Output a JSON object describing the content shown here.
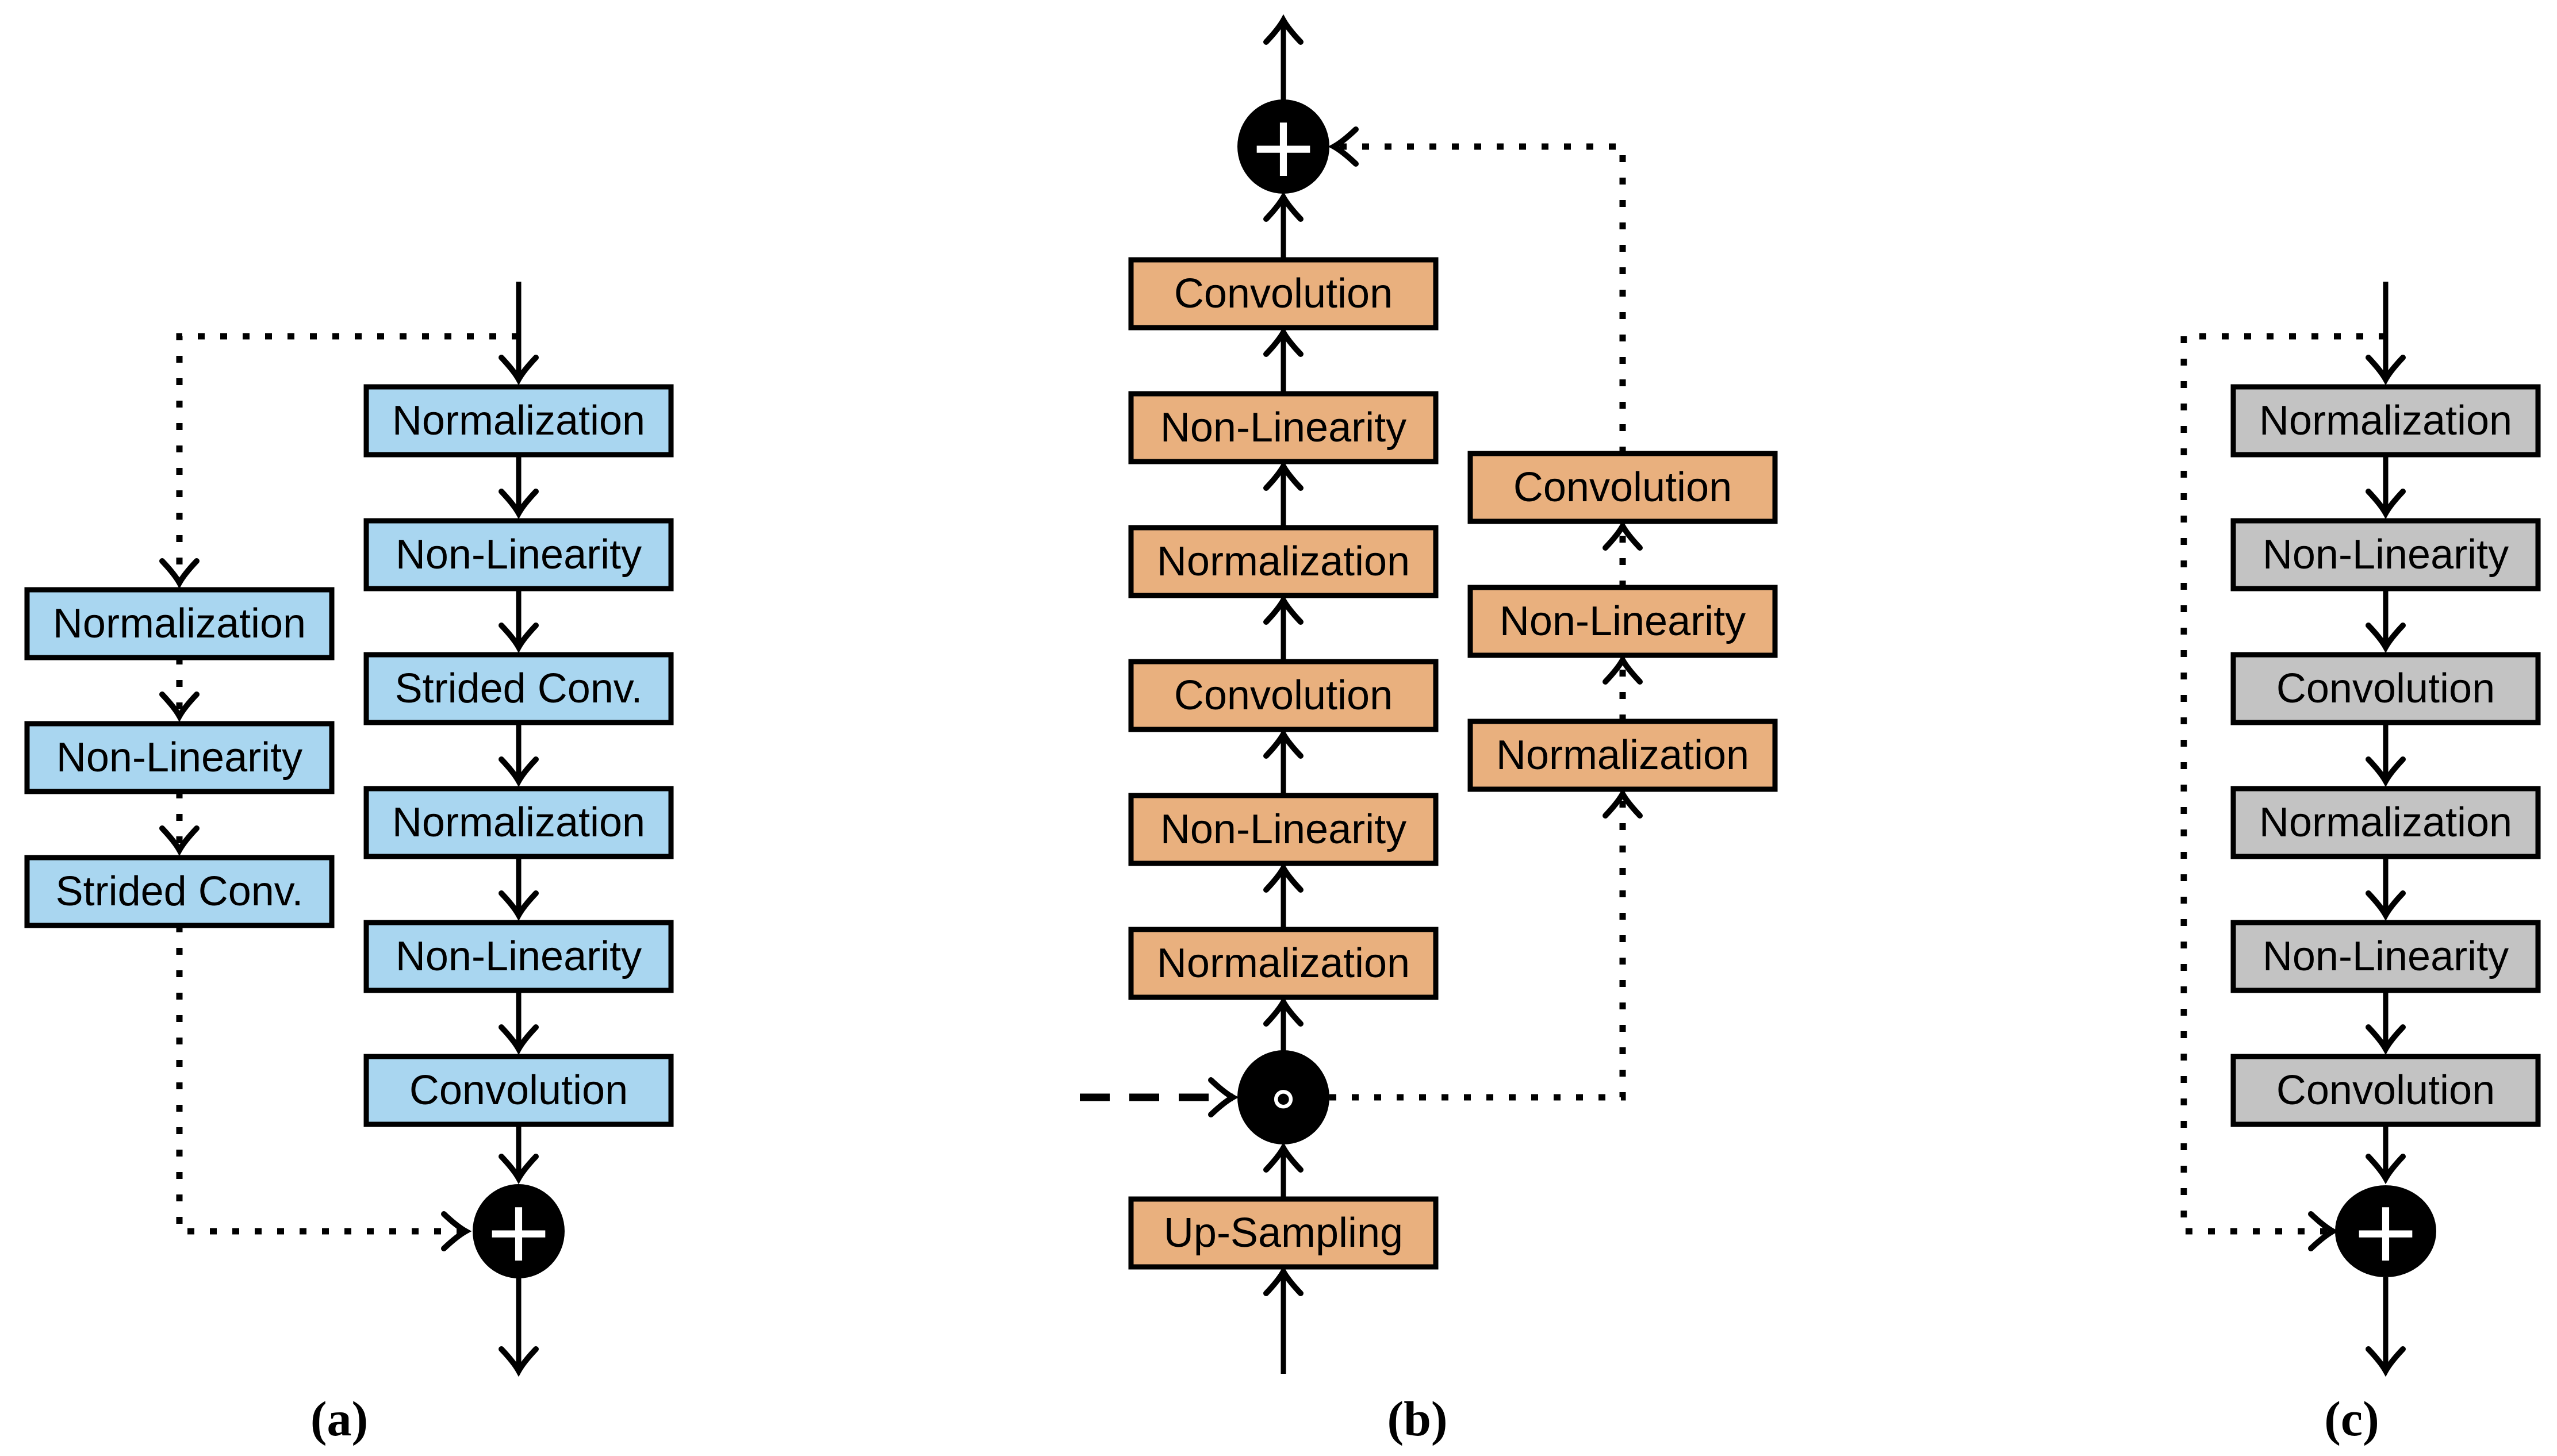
{
  "colors": {
    "block_blue": "#a9d6f0",
    "block_orange": "#e9b07e",
    "block_gray": "#c3c3c3",
    "line_black": "#000000",
    "symbol_white": "#ffffff",
    "background": "#ffffff"
  },
  "diagrams": {
    "a": {
      "caption": "(a)",
      "main_blocks_top_to_bottom": [
        "Normalization",
        "Non-Linearity",
        "Strided Conv.",
        "Normalization",
        "Non-Linearity",
        "Convolution"
      ],
      "skip_blocks_top_to_bottom": [
        "Normalization",
        "Non-Linearity",
        "Strided Conv."
      ],
      "merge_symbol": "+"
    },
    "b": {
      "caption": "(b)",
      "main_blocks_top_to_bottom": [
        "Convolution",
        "Non-Linearity",
        "Normalization",
        "Convolution",
        "Non-Linearity",
        "Normalization"
      ],
      "side_blocks_top_to_bottom": [
        "Convolution",
        "Non-Linearity",
        "Normalization"
      ],
      "bottom_block": "Up-Sampling",
      "merge_symbol": "+",
      "scale_symbol": "∘"
    },
    "c": {
      "caption": "(c)",
      "main_blocks_top_to_bottom": [
        "Normalization",
        "Non-Linearity",
        "Convolution",
        "Normalization",
        "Non-Linearity",
        "Convolution"
      ],
      "merge_symbol": "+"
    }
  }
}
